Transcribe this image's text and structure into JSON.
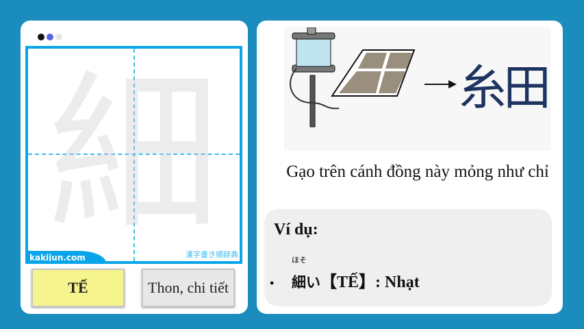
{
  "left": {
    "kanji": "細",
    "brand": "kakijun.com",
    "dictionary": "漢字書き順辞典",
    "buttons": [
      {
        "label": "TẾ"
      },
      {
        "label": "Thon, chi tiết"
      }
    ],
    "dot_colors": [
      "#111111",
      "#5566e0",
      "#e6e6e6"
    ]
  },
  "right": {
    "caption": "Gạo trên cánh đồng này mỏng như chỉ",
    "components": [
      "糸",
      "田"
    ],
    "example": {
      "heading": "Ví dụ:",
      "bullet": "•",
      "ruby": "ほそ",
      "word": "細い",
      "reading": "【TẾ】",
      "meaning": ": Nhạt"
    }
  },
  "colors": {
    "background": "#1a8cbd",
    "accent": "#0aa5e8"
  }
}
